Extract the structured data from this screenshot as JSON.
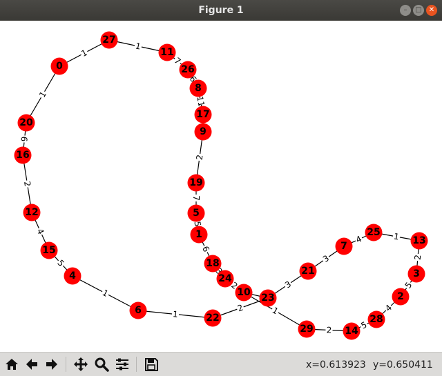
{
  "window": {
    "title": "Figure 1",
    "minimize_icon": "minimize-icon",
    "maximize_icon": "maximize-icon",
    "close_icon": "close-icon"
  },
  "toolbar": {
    "buttons": [
      {
        "name": "home-button",
        "icon": "home-icon"
      },
      {
        "name": "back-button",
        "icon": "back-arrow-icon"
      },
      {
        "name": "forward-button",
        "icon": "forward-arrow-icon"
      },
      {
        "name": "pan-button",
        "icon": "move-icon"
      },
      {
        "name": "zoom-button",
        "icon": "zoom-icon"
      },
      {
        "name": "configure-subplots-button",
        "icon": "sliders-icon"
      },
      {
        "name": "save-button",
        "icon": "save-icon"
      }
    ],
    "x_readout": "x=0.613923",
    "y_readout": "y=0.650411"
  },
  "colors": {
    "node": "#ff0000",
    "edge": "#000000",
    "titlebar": "#3c3b37",
    "toolbar": "#dcdbd9"
  },
  "graph": {
    "nodes": [
      "0",
      "27",
      "11",
      "26",
      "8",
      "17",
      "9",
      "19",
      "5",
      "1",
      "18",
      "24",
      "10",
      "23",
      "21",
      "7",
      "25",
      "13",
      "3",
      "2",
      "28",
      "14",
      "29",
      "22",
      "6",
      "4",
      "15",
      "12",
      "16",
      "20"
    ],
    "edges": [
      {
        "source": "0",
        "target": "27",
        "weight": "1"
      },
      {
        "source": "27",
        "target": "11",
        "weight": "1"
      },
      {
        "source": "11",
        "target": "26",
        "weight": "7"
      },
      {
        "source": "26",
        "target": "8",
        "weight": "6"
      },
      {
        "source": "8",
        "target": "17",
        "weight": "11"
      },
      {
        "source": "17",
        "target": "9",
        "weight": ""
      },
      {
        "source": "9",
        "target": "19",
        "weight": "2"
      },
      {
        "source": "19",
        "target": "5",
        "weight": "7"
      },
      {
        "source": "5",
        "target": "1",
        "weight": "5"
      },
      {
        "source": "1",
        "target": "18",
        "weight": "6"
      },
      {
        "source": "18",
        "target": "24",
        "weight": "3"
      },
      {
        "source": "24",
        "target": "10",
        "weight": "2"
      },
      {
        "source": "10",
        "target": "23",
        "weight": ""
      },
      {
        "source": "10",
        "target": "29",
        "weight": "1"
      },
      {
        "source": "23",
        "target": "21",
        "weight": "3"
      },
      {
        "source": "23",
        "target": "22",
        "weight": "2"
      },
      {
        "source": "21",
        "target": "7",
        "weight": "3"
      },
      {
        "source": "7",
        "target": "25",
        "weight": "4"
      },
      {
        "source": "25",
        "target": "13",
        "weight": "1"
      },
      {
        "source": "13",
        "target": "3",
        "weight": "2"
      },
      {
        "source": "3",
        "target": "2",
        "weight": "5"
      },
      {
        "source": "2",
        "target": "28",
        "weight": "4"
      },
      {
        "source": "28",
        "target": "14",
        "weight": "5"
      },
      {
        "source": "14",
        "target": "29",
        "weight": "2"
      },
      {
        "source": "22",
        "target": "6",
        "weight": "1"
      },
      {
        "source": "6",
        "target": "4",
        "weight": "1"
      },
      {
        "source": "4",
        "target": "15",
        "weight": "5"
      },
      {
        "source": "15",
        "target": "12",
        "weight": "4"
      },
      {
        "source": "12",
        "target": "16",
        "weight": "2"
      },
      {
        "source": "16",
        "target": "20",
        "weight": "9"
      },
      {
        "source": "20",
        "target": "0",
        "weight": "1"
      }
    ]
  }
}
